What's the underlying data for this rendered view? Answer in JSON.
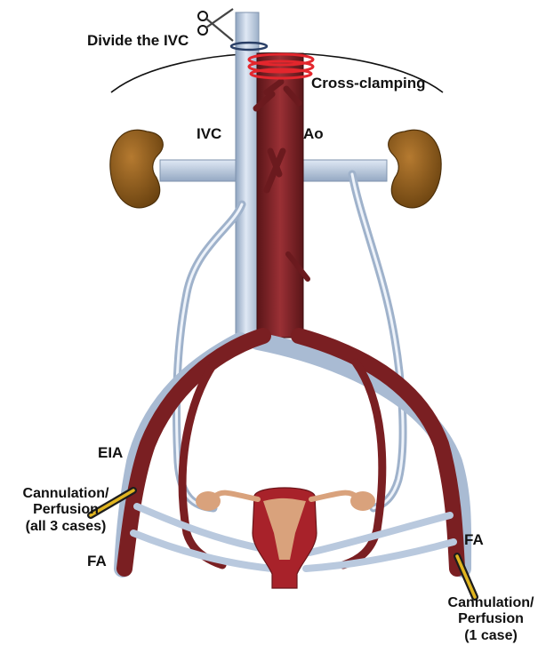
{
  "labels": {
    "divide_ivc": "Divide the IVC",
    "cross_clamping": "Cross-clamping",
    "ivc": "IVC",
    "ao": "Ao",
    "eia": "EIA",
    "left_cannulation_line1": "Cannulation/",
    "left_cannulation_line2": "Perfusion",
    "left_cannulation_line3": "(all 3 cases)",
    "fa_left": "FA",
    "fa_right": "FA",
    "right_cannulation_line1": "Cannulation/",
    "right_cannulation_line2": "Perfusion",
    "right_cannulation_line3": "(1 case)"
  },
  "colors": {
    "artery": "#7a1f22",
    "artery_dark": "#4e1214",
    "vein": "#b9c9de",
    "vein_dark": "#6d7f98",
    "kidney": "#8a5a1c",
    "uterus_outer": "#d9a27c",
    "uterus_inner": "#a8222a",
    "clamp": "#e3262d",
    "catheter": "#e0b520"
  }
}
